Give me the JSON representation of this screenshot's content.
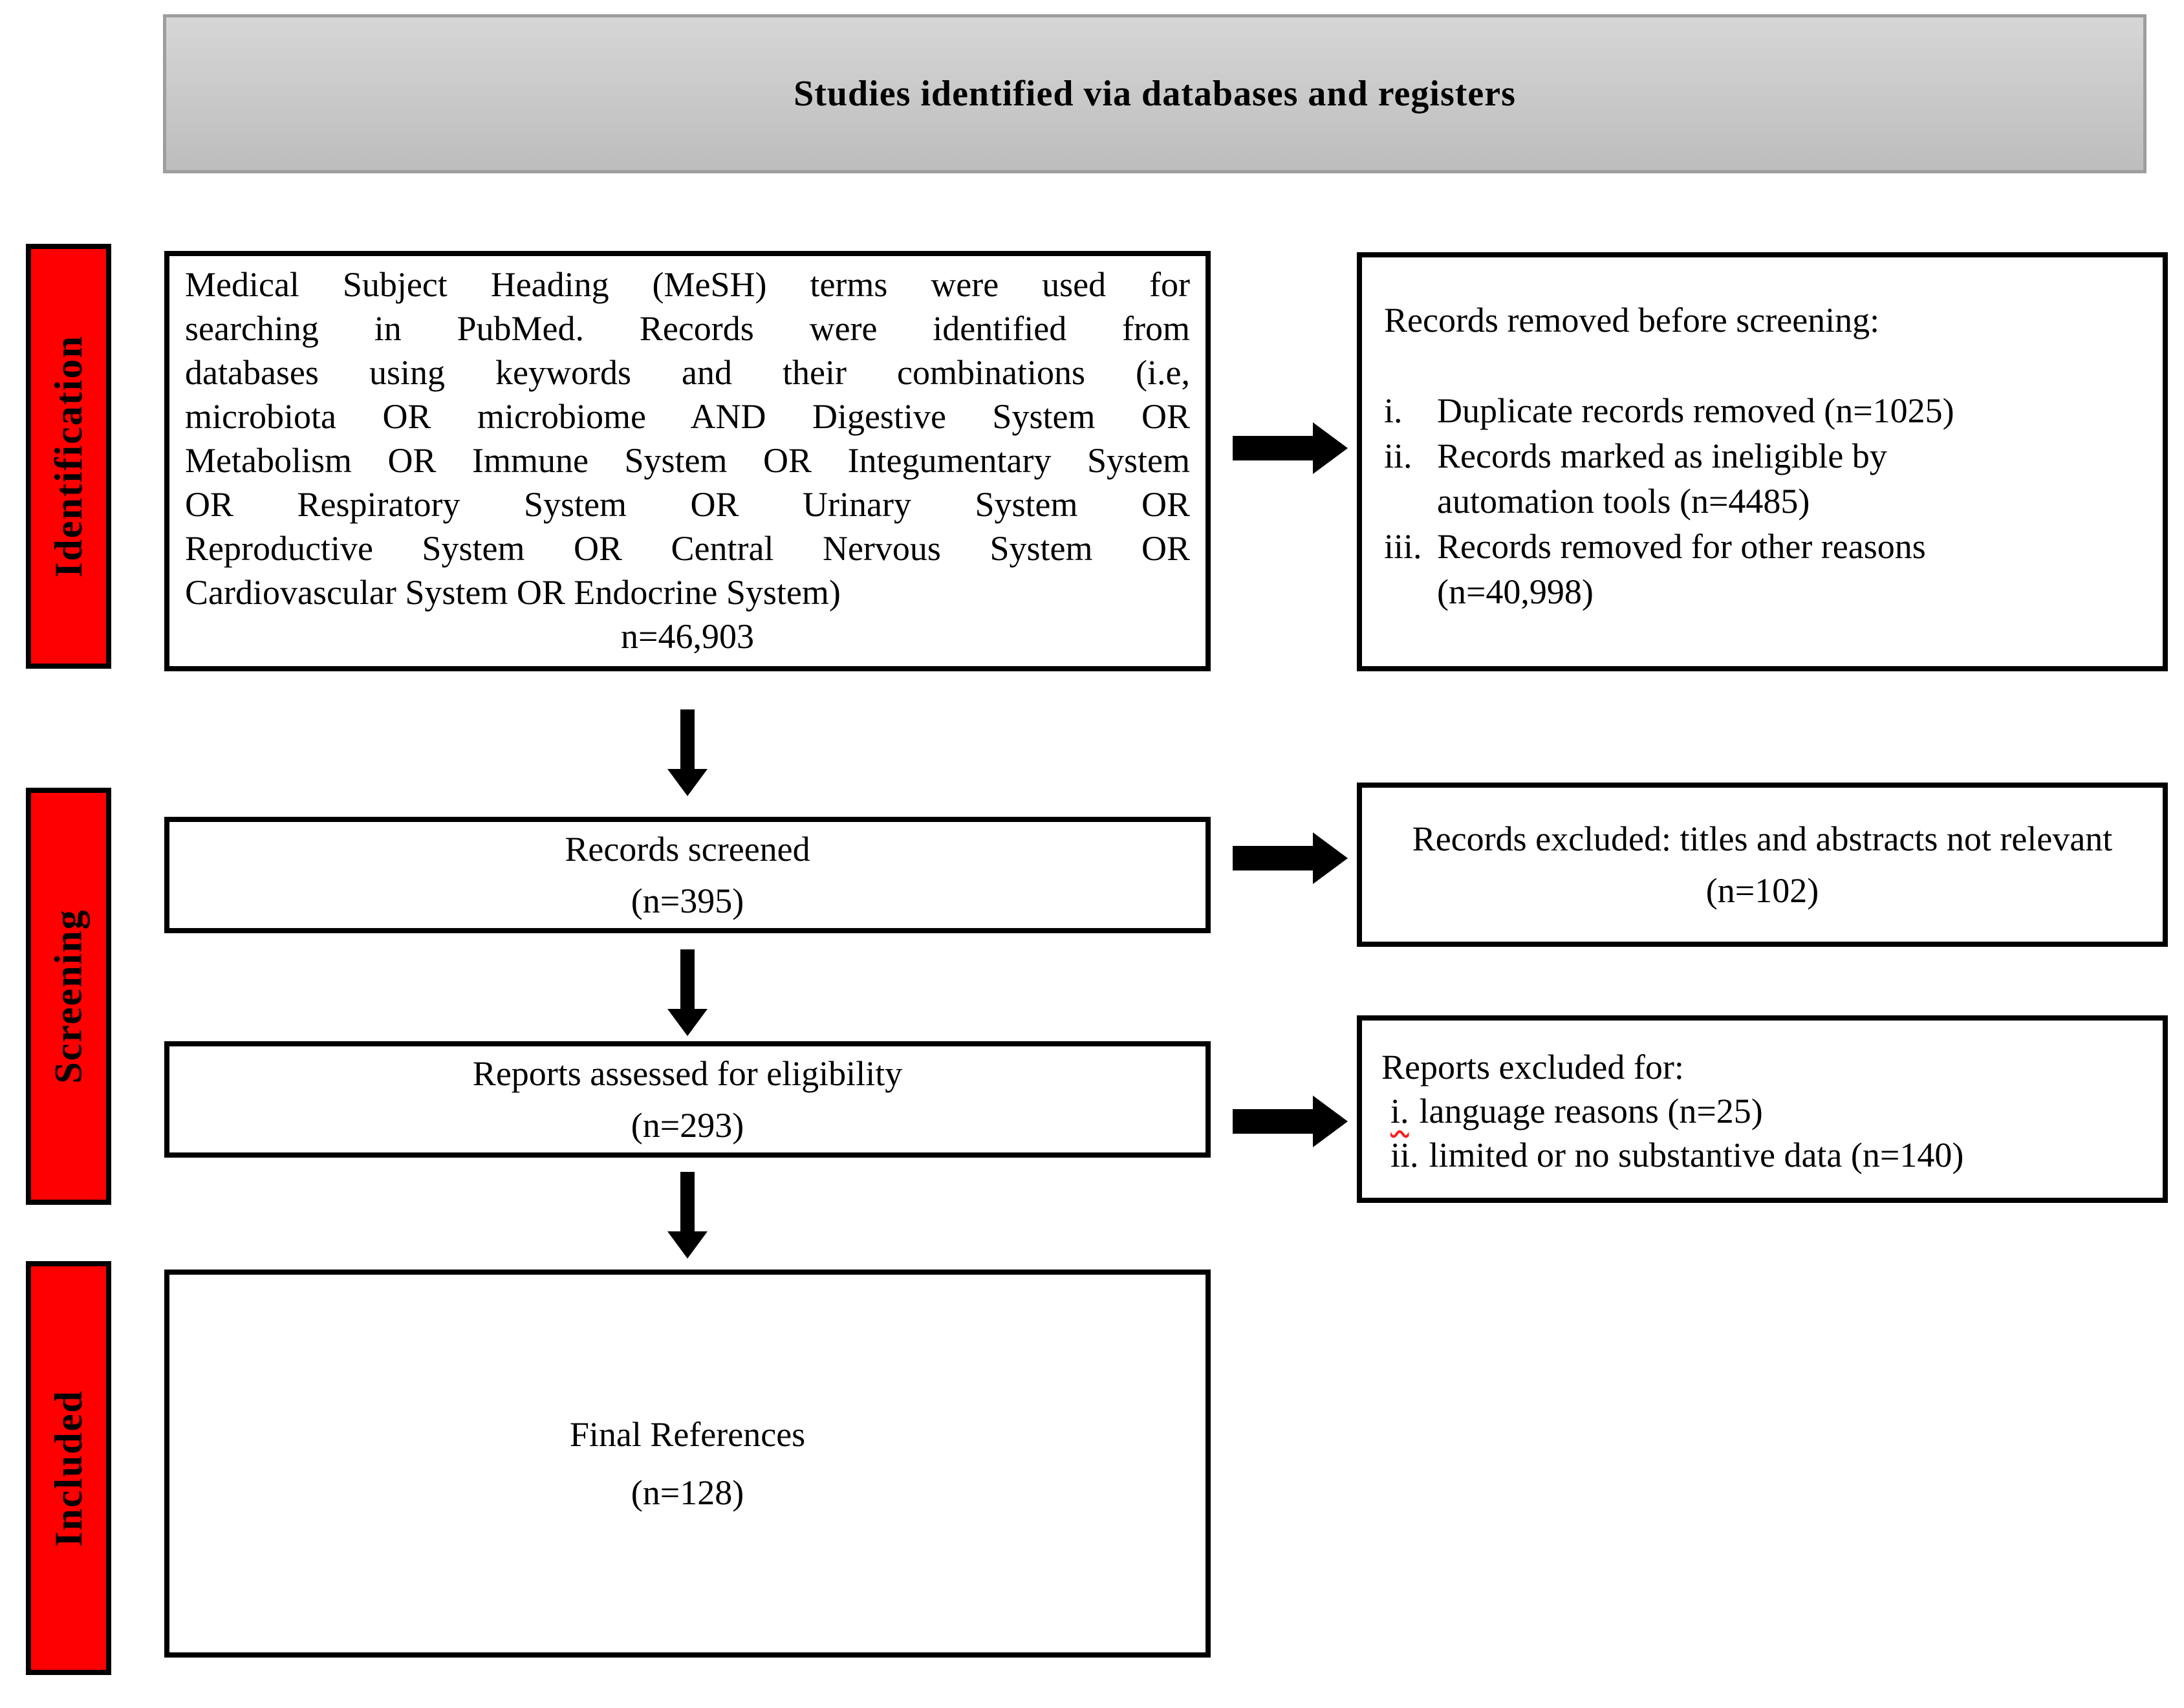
{
  "header": {
    "title": "Studies identified via databases and registers"
  },
  "stages": [
    {
      "label": "Identification"
    },
    {
      "label": "Screening"
    },
    {
      "label": "Included"
    }
  ],
  "boxes": {
    "search": {
      "lines": [
        "Medical Subject Heading (MeSH) terms were used for",
        "searching in PubMed. Records were identified from",
        "databases using keywords and their combinations (i.e,",
        "microbiota OR microbiome AND Digestive System OR",
        "Metabolism OR Immune System OR Integumentary System",
        "OR Respiratory System OR Urinary System OR",
        "Reproductive System OR Central Nervous System OR",
        "Cardiovascular System OR Endocrine System)"
      ],
      "count": "n=46,903"
    },
    "records_removed": {
      "heading": "Records removed before screening:",
      "items": [
        {
          "marker": "i.",
          "line1": "Duplicate records removed (n=1025)"
        },
        {
          "marker": "ii.",
          "line1": "Records marked as ineligible by",
          "line2": "automation tools (n=4485)"
        },
        {
          "marker": "iii.",
          "line1": "Records removed for other reasons",
          "line2": "(n=40,998)"
        }
      ]
    },
    "records_screened": {
      "label": "Records screened",
      "count": "(n=395)"
    },
    "records_excluded": {
      "label": "Records excluded: titles and abstracts not relevant",
      "count": "(n=102)"
    },
    "reports_assessed": {
      "label": "Reports assessed for eligibility",
      "count": "(n=293)"
    },
    "reports_excluded": {
      "heading": "Reports excluded for:",
      "items": [
        {
          "marker": "i.",
          "text": "language reasons (n=25)"
        },
        {
          "marker": "ii.",
          "text": "limited or no substantive data (n=140)"
        }
      ]
    },
    "final_references": {
      "label": "Final References",
      "count": "(n=128)"
    }
  },
  "colors": {
    "stage_red": "#fe0000",
    "box_border": "#000000",
    "arrow_black": "#000000",
    "header_border": "#9e9e9e",
    "header_top": "#d6d6d6",
    "header_bottom": "#bdbdbd",
    "squiggle_red": "#ff1a1a"
  }
}
